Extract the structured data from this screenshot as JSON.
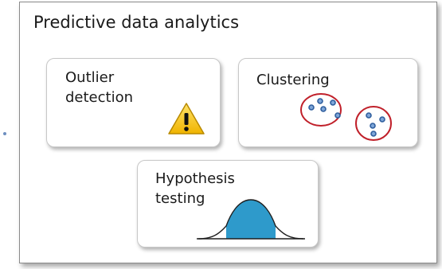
{
  "title": "Predictive data analytics",
  "cards": {
    "outlier": {
      "label": "Outlier\ndetection",
      "icon": "warning-icon"
    },
    "clustering": {
      "label": "Clustering",
      "icon": "cluster-dots-icon"
    },
    "hypothesis": {
      "label": "Hypothesis\ntesting",
      "icon": "bell-curve-icon"
    }
  },
  "colors": {
    "warning_fill": "#f5c518",
    "cluster_ring": "#c0202a",
    "dot_fill": "#7ea6d8",
    "dot_stroke": "#2f5e9e",
    "bell_fill": "#2e9acb"
  }
}
